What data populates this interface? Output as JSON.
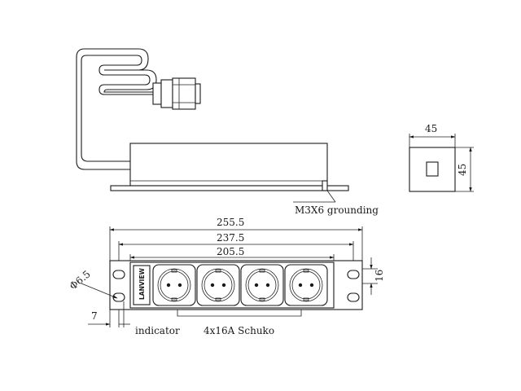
{
  "dimensions": {
    "side_width": "45",
    "side_height": "45",
    "overall_length": "255.5",
    "mount_spacing": "237.5",
    "body_length": "205.5",
    "hole_diameter": "Φ6.5",
    "edge_offset": "7",
    "slot_height": "16"
  },
  "labels": {
    "grounding": "M3X6 grounding",
    "indicator": "indicator",
    "sockets": "4x16A Schuko",
    "brand": "LANVIEW"
  }
}
